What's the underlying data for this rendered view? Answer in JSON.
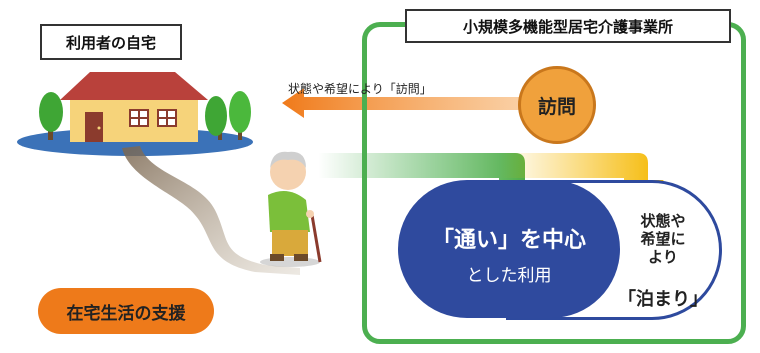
{
  "home": {
    "title": "利用者の自宅"
  },
  "facility": {
    "title": "小規模多機能型居宅介護事業所"
  },
  "visit": {
    "label": "訪問",
    "caption": "状態や希望により「訪問」"
  },
  "commute": {
    "main": "「通い」を中心",
    "sub": "とした利用"
  },
  "stay": {
    "lines": [
      "状態や",
      "希望に",
      "より"
    ],
    "emphasis": "「泊まり」"
  },
  "support": {
    "label": "在宅生活の支援"
  },
  "colors": {
    "facility_frame": "#4caf50",
    "visit_circle": "#f0a13c",
    "commute_fill": "#2f4a9e",
    "support_pill": "#ee7a1a",
    "visit_arrow": "#f07a1a",
    "stay_arrow": "#f5b800",
    "commute_arrow": "#4caf50"
  }
}
